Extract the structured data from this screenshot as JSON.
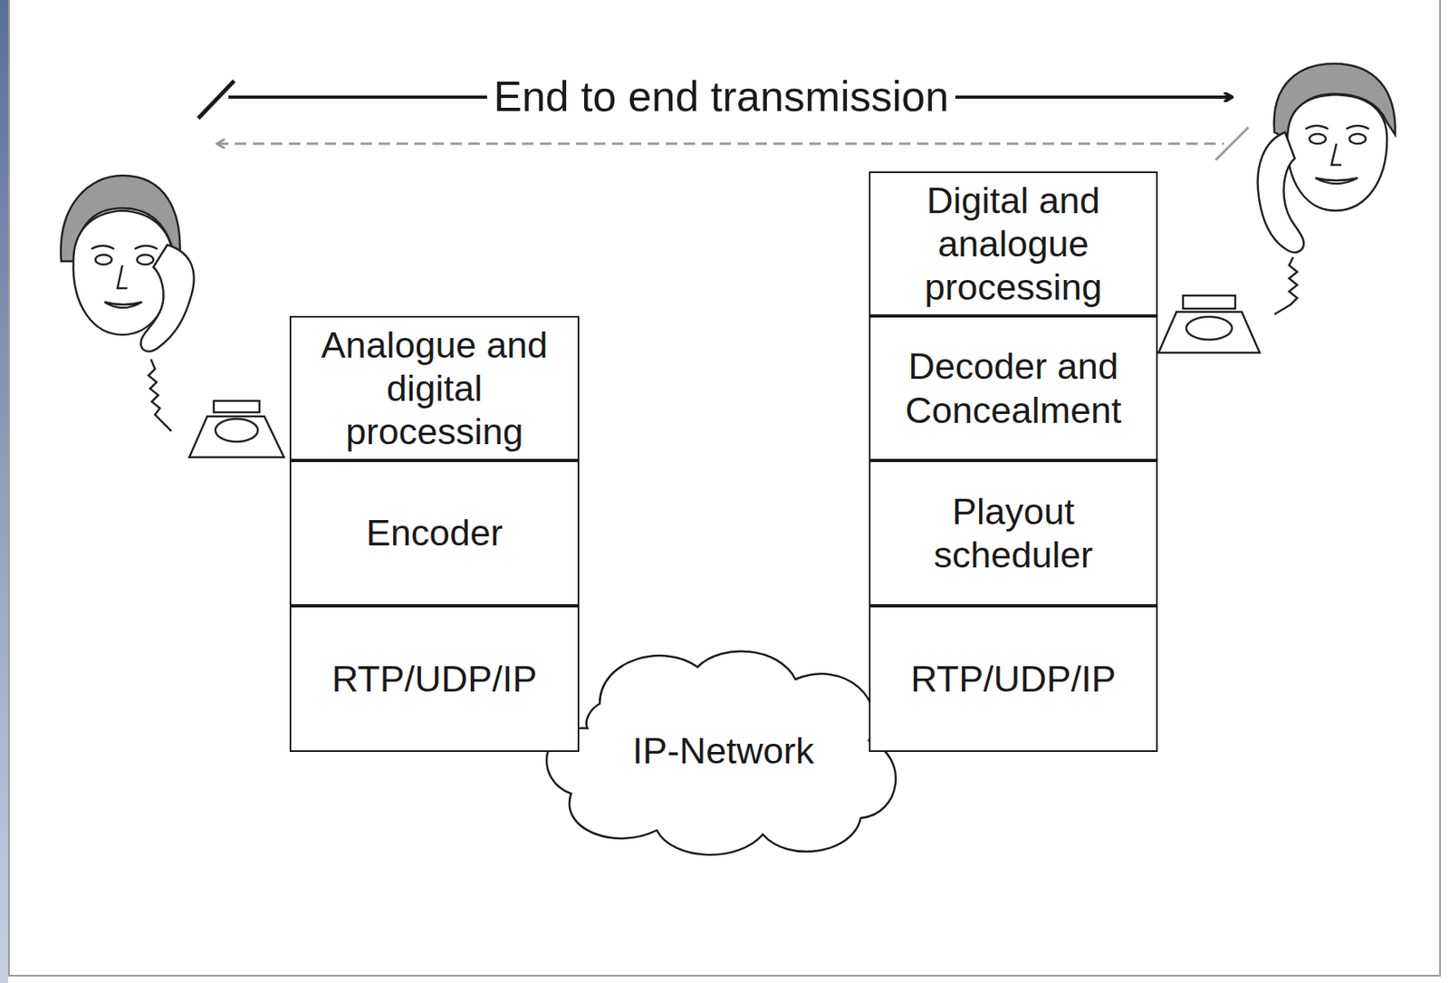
{
  "diagram": {
    "nodes": [
      {
        "text": [
          "Analogue and digital processing"
        ]
      },
      {
        "text": [
          "Encoder"
        ]
      },
      {
        "text": [
          "RTP/UDP/IP"
        ]
      },
      {
        "text": [
          "Digital and analogue processing"
        ]
      },
      {
        "text": [
          "Decoder and Concealment"
        ]
      },
      {
        "text": [
          "Playout scheduler"
        ]
      },
      {
        "text": [
          "RTP/UDP/IP"
        ]
      },
      {
        "text": [
          "IP-Network"
        ]
      }
    ],
    "labels": [
      "End to end transmission"
    ]
  }
}
